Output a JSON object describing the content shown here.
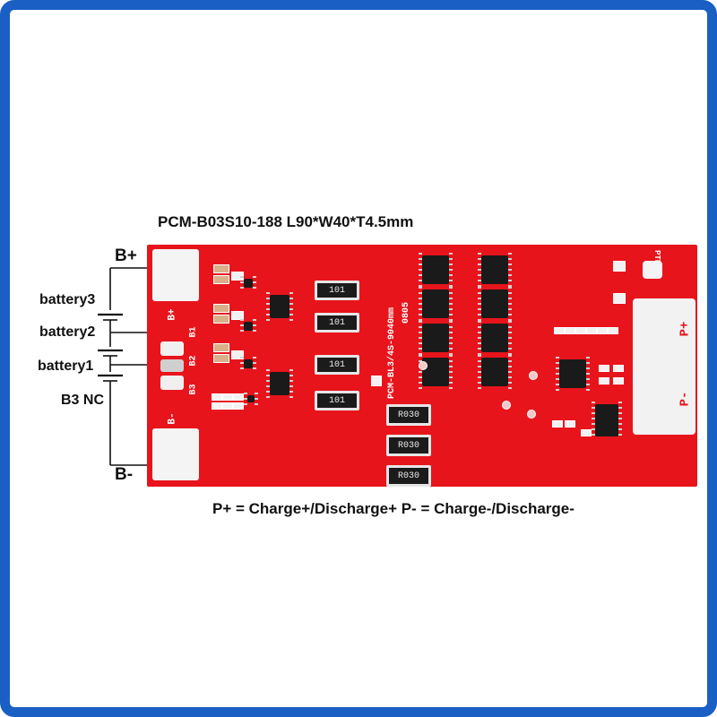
{
  "header": {
    "title": "PCM-B03S10-188   L90*W40*T4.5mm"
  },
  "side_labels": {
    "b_plus": "B+",
    "battery3": "battery3",
    "battery2": "battery2",
    "battery1": "battery1",
    "b3_nc": "B3 NC",
    "b_minus": "B-"
  },
  "board_silk": {
    "pad_b_plus": "B+",
    "pad_b1": "B1",
    "pad_b2": "B2",
    "pad_b3": "B3",
    "pad_b_minus": "B-",
    "pad_p_plus": "P+",
    "pad_p_minus": "P-",
    "model": "PCM-BL3/4S-9040mm",
    "date": "0805",
    "ptn": "PTN1"
  },
  "resistors": {
    "r1": "101",
    "r2": "101",
    "r3": "101",
    "r4": "101",
    "s1": "R030",
    "s2": "R030",
    "s3": "R030"
  },
  "footer": {
    "legend": "P+ = Charge+/Discharge+  P- = Charge-/Discharge-"
  },
  "colors": {
    "frame": "#1a5fc4",
    "board": "#e8141c",
    "pad": "#f4f4f4",
    "chip": "#1a1a1a"
  }
}
